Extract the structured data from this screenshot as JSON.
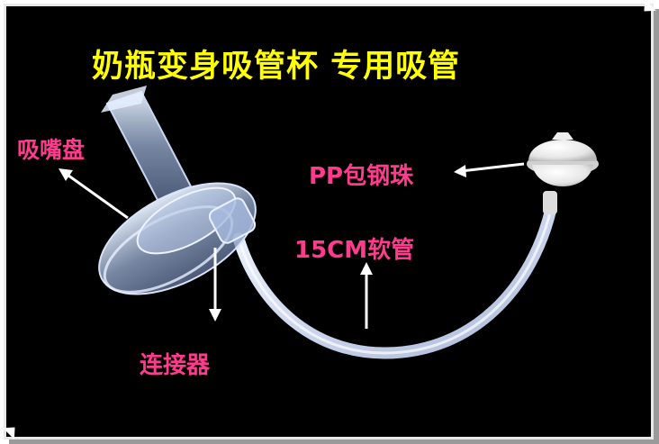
{
  "title": "奶瓶变身吸管杯 专用吸管",
  "labels": {
    "mouthpiece": "吸嘴盘",
    "pp_ball": "PP包钢珠",
    "soft_tube": "15CM软管",
    "connector": "连接器"
  },
  "colors": {
    "background": "#000000",
    "title": "#ffff00",
    "label": "#ff3b8e",
    "arrow": "#ffffff",
    "frame": "#e8e8e8"
  }
}
